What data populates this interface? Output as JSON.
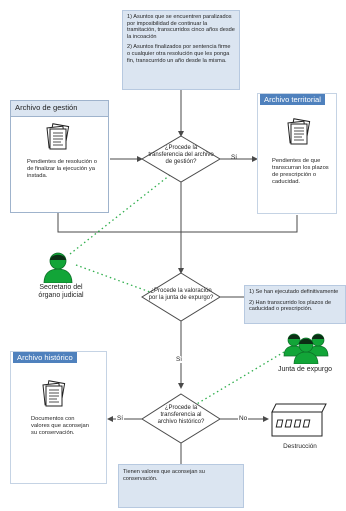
{
  "top_note": {
    "item1": "1) Asuntos que se encuentren paralizados por imposibilidad de continuar la tramitación, transcurridos cinco años desde la incoación",
    "item2": "2) Asuntos finalizados por sentencia firme o cualquier otra resolución que les ponga fin, transcurrido un año desde la misma."
  },
  "archivo_gestion": {
    "title": "Archivo de gestión",
    "text": "Pendientes de resolución o de finalizar la ejecución ya instada."
  },
  "archivo_territorial": {
    "title": "Archivo territorial",
    "text": "Pendientes de que transcurran los plazos de prescripción o caducidad."
  },
  "decision1": {
    "text": "¿Procede la transferencia del archivo de gestión?"
  },
  "si_label_1": "Sí",
  "secretario": {
    "label_line1": "Secretario del",
    "label_line2": "órgano judicial"
  },
  "decision2": {
    "text": "¿Procede la valoración por la junta de expurgo?"
  },
  "right_note": {
    "item1": "1) Se han ejecutado definitivamente",
    "item2": "2) Han transcurrido los plazos de caducidad o prescripción."
  },
  "si_label_2": "Sí",
  "junta": {
    "label": "Junta de expurgo"
  },
  "archivo_historico": {
    "title": "Archivo histórico",
    "text": "Documentos con valores que aconsejan su conservación."
  },
  "decision3": {
    "text": "¿Procede la transferencia al archivo histórico?"
  },
  "si_label_3": "Sí",
  "no_label": "No",
  "destruccion": {
    "label": "Destrucción"
  },
  "bottom_note": {
    "text": "Tienen valores que aconsejan su conservación."
  },
  "colors": {
    "note_fill": "#dbe5f1",
    "accent_blue": "#4f81bd",
    "person_green": "#12a538",
    "dotted_green": "#2fae4c",
    "line": "#4a4a4a"
  }
}
